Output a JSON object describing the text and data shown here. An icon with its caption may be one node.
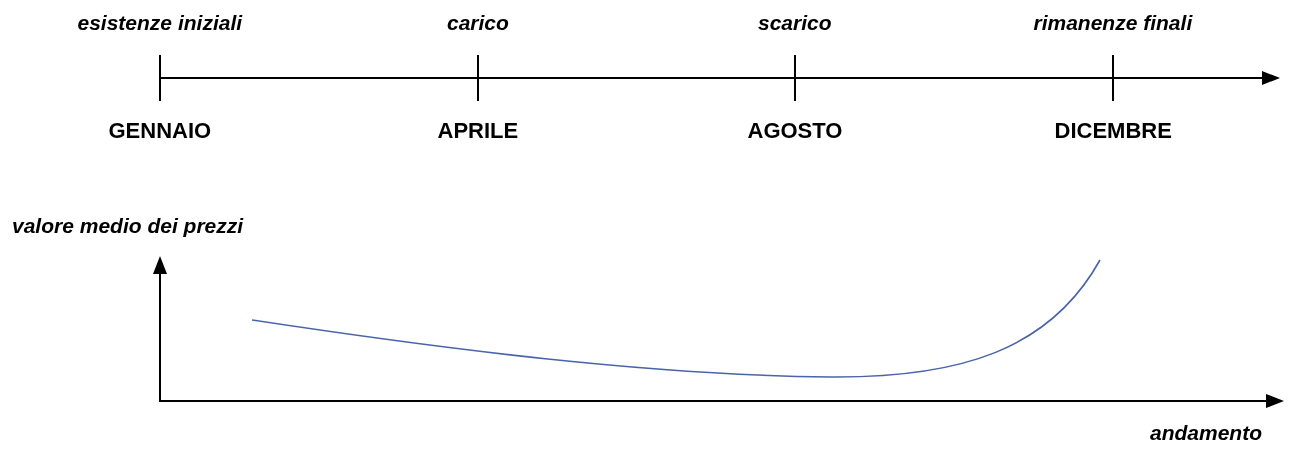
{
  "diagram": {
    "labels": [
      "esistenze iniziali",
      "carico",
      "scarico",
      "rimanenze finali",
      "GENNAIO",
      "APRILE",
      "AGOSTO",
      "DICEMBRE",
      "valore medio dei prezzi",
      "andamento"
    ]
  }
}
